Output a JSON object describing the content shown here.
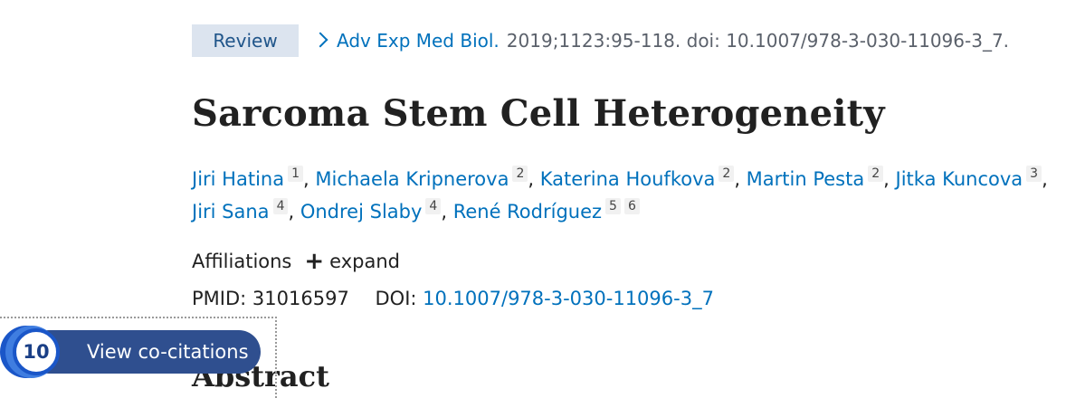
{
  "citation": {
    "badge": "Review",
    "journal": "Adv Exp Med Biol.",
    "details": "2019;1123:95-118. doi: 10.1007/978-3-030-11096-3_7."
  },
  "title": "Sarcoma Stem Cell Heterogeneity",
  "authors": [
    {
      "name": "Jiri Hatina",
      "sups": [
        "1"
      ]
    },
    {
      "name": "Michaela Kripnerova",
      "sups": [
        "2"
      ]
    },
    {
      "name": "Katerina Houfkova",
      "sups": [
        "2"
      ]
    },
    {
      "name": "Martin Pesta",
      "sups": [
        "2"
      ]
    },
    {
      "name": "Jitka Kuncova",
      "sups": [
        "3"
      ]
    },
    {
      "name": "Jiri Sana",
      "sups": [
        "4"
      ]
    },
    {
      "name": "Ondrej Slaby",
      "sups": [
        "4"
      ]
    },
    {
      "name": "René Rodríguez",
      "sups": [
        "5",
        "6"
      ]
    }
  ],
  "affiliations": {
    "label": "Affiliations",
    "expand_label": "expand"
  },
  "identifiers": {
    "pmid_label": "PMID:",
    "pmid": "31016597",
    "doi_label": "DOI:",
    "doi": "10.1007/978-3-030-11096-3_7"
  },
  "abstract_heading": "Abstract",
  "cocitations": {
    "count": "10",
    "label": "View co-citations"
  },
  "colors": {
    "link": "#0071bc",
    "badge_bg": "#dce4ef",
    "cocite_pill": "#2f4f8f"
  }
}
